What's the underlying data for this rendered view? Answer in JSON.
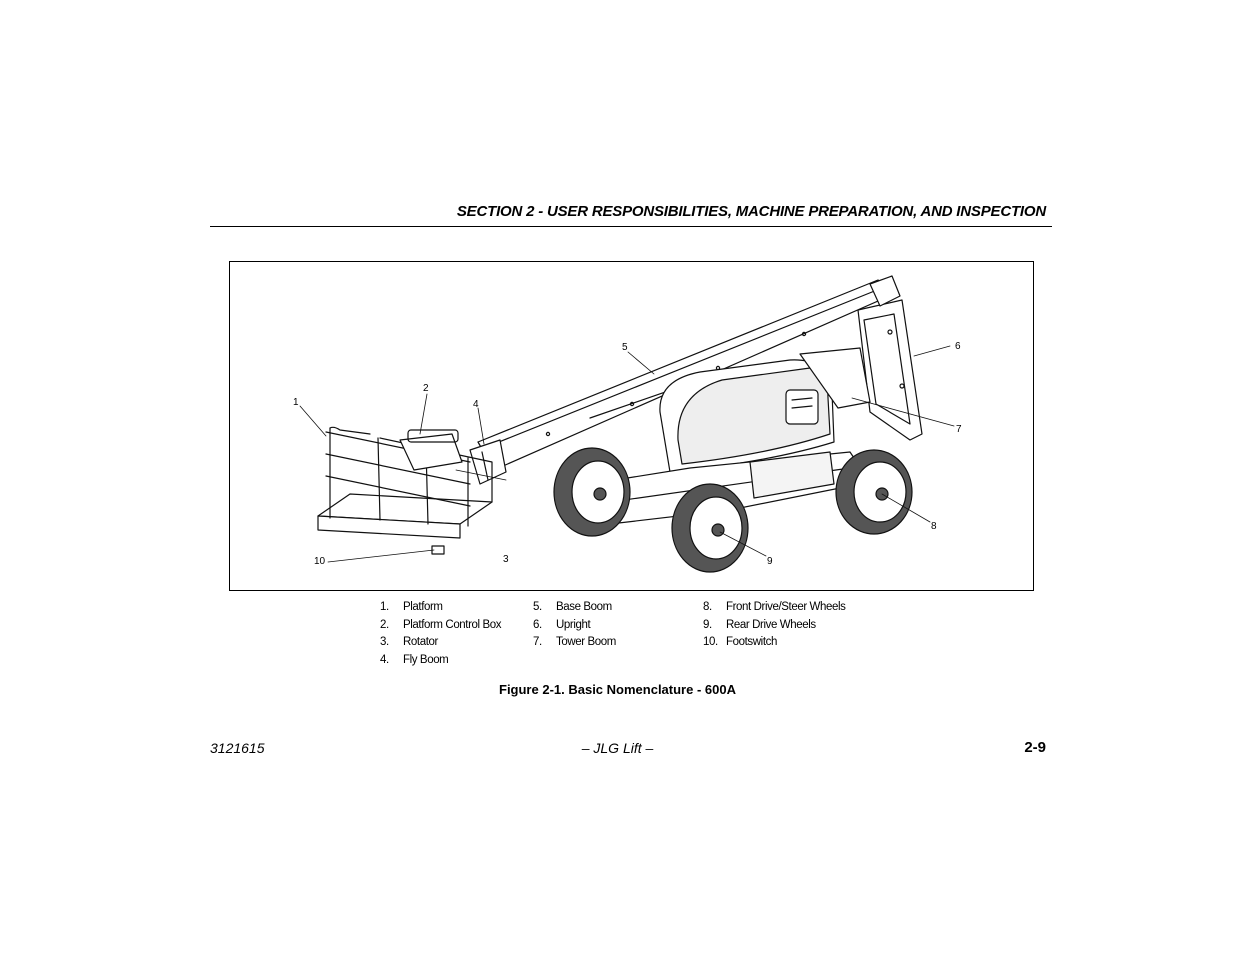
{
  "header": {
    "section_title": "SECTION 2 - USER RESPONSIBILITIES, MACHINE PREPARATION, AND INSPECTION"
  },
  "figure": {
    "callouts": [
      "1",
      "2",
      "3",
      "4",
      "5",
      "6",
      "7",
      "8",
      "9",
      "10"
    ],
    "caption": "Figure 2-1.  Basic Nomenclature - 600A"
  },
  "legend": {
    "col1": [
      {
        "num": "1.",
        "label": "Platform"
      },
      {
        "num": "2.",
        "label": "Platform Control Box"
      },
      {
        "num": "3.",
        "label": "Rotator"
      },
      {
        "num": "4.",
        "label": "Fly Boom"
      }
    ],
    "col2": [
      {
        "num": "5.",
        "label": "Base Boom"
      },
      {
        "num": "6.",
        "label": "Upright"
      },
      {
        "num": "7.",
        "label": "Tower Boom"
      }
    ],
    "col3": [
      {
        "num": "8.",
        "label": "Front Drive/Steer Wheels"
      },
      {
        "num": "9.",
        "label": "Rear Drive Wheels"
      },
      {
        "num": "10.",
        "label": "Footswitch"
      }
    ]
  },
  "footer": {
    "doc_number": "3121615",
    "center": "– JLG Lift –",
    "page": "2-9"
  }
}
